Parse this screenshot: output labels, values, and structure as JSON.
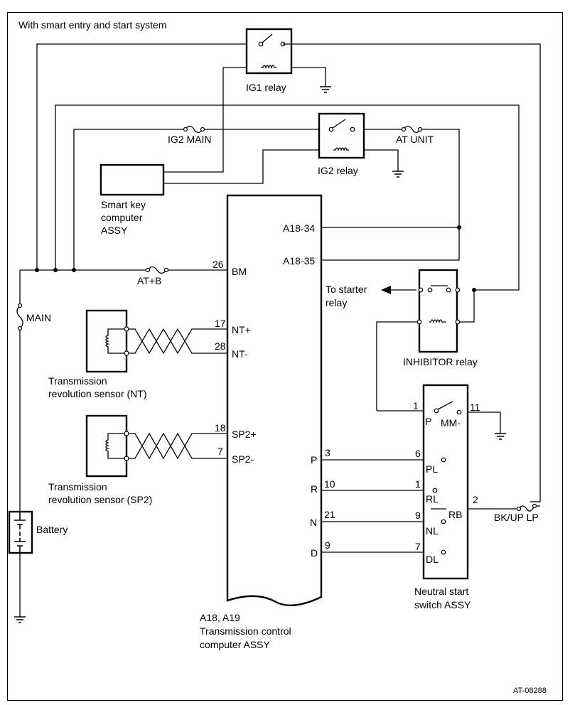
{
  "header": {
    "title": "With smart entry and start system"
  },
  "relays": {
    "ig1": "IG1 relay",
    "ig2": "IG2 relay",
    "inhibitor": "INHIBITOR relay"
  },
  "fuses": {
    "ig2_main": "IG2 MAIN",
    "at_unit": "AT UNIT",
    "at_b": "AT+B",
    "main": "MAIN",
    "bk_up_lp": "BK/UP LP"
  },
  "smart_key": [
    "Smart key",
    "computer",
    "ASSY"
  ],
  "battery": "Battery",
  "sensors": {
    "nt": [
      "Transmission",
      "revolution sensor (NT)"
    ],
    "sp2": [
      "Transmission",
      "revolution sensor (SP2)"
    ]
  },
  "ecu": {
    "connectors": "A18, A19",
    "name": [
      "Transmission control",
      "computer ASSY"
    ],
    "pins": {
      "a18_34": "A18-34",
      "a18_35": "A18-35",
      "bm": "BM",
      "nt_plus": "NT+",
      "nt_minus": "NT-",
      "sp2_plus": "SP2+",
      "sp2_minus": "SP2-",
      "p": "P",
      "r": "R",
      "n": "N",
      "d": "D"
    },
    "pin_numbers": {
      "bm": "26",
      "nt_plus": "17",
      "nt_minus": "28",
      "sp2_plus": "18",
      "sp2_minus": "7",
      "p": "3",
      "r": "10",
      "n": "21",
      "d": "9"
    }
  },
  "starter": [
    "To starter",
    "relay"
  ],
  "nss": {
    "name": [
      "Neutral start",
      "switch ASSY"
    ],
    "labels": {
      "p": "P",
      "mm": "MM-",
      "pl": "PL",
      "rl": "RL",
      "rb": "RB",
      "nl": "NL",
      "dl": "DL"
    },
    "pins": {
      "p": "1",
      "mm": "11",
      "pl": "6",
      "rl": "1",
      "rb": "2",
      "nl": "9",
      "dl": "7"
    }
  },
  "footer": {
    "code": "AT-08288"
  }
}
